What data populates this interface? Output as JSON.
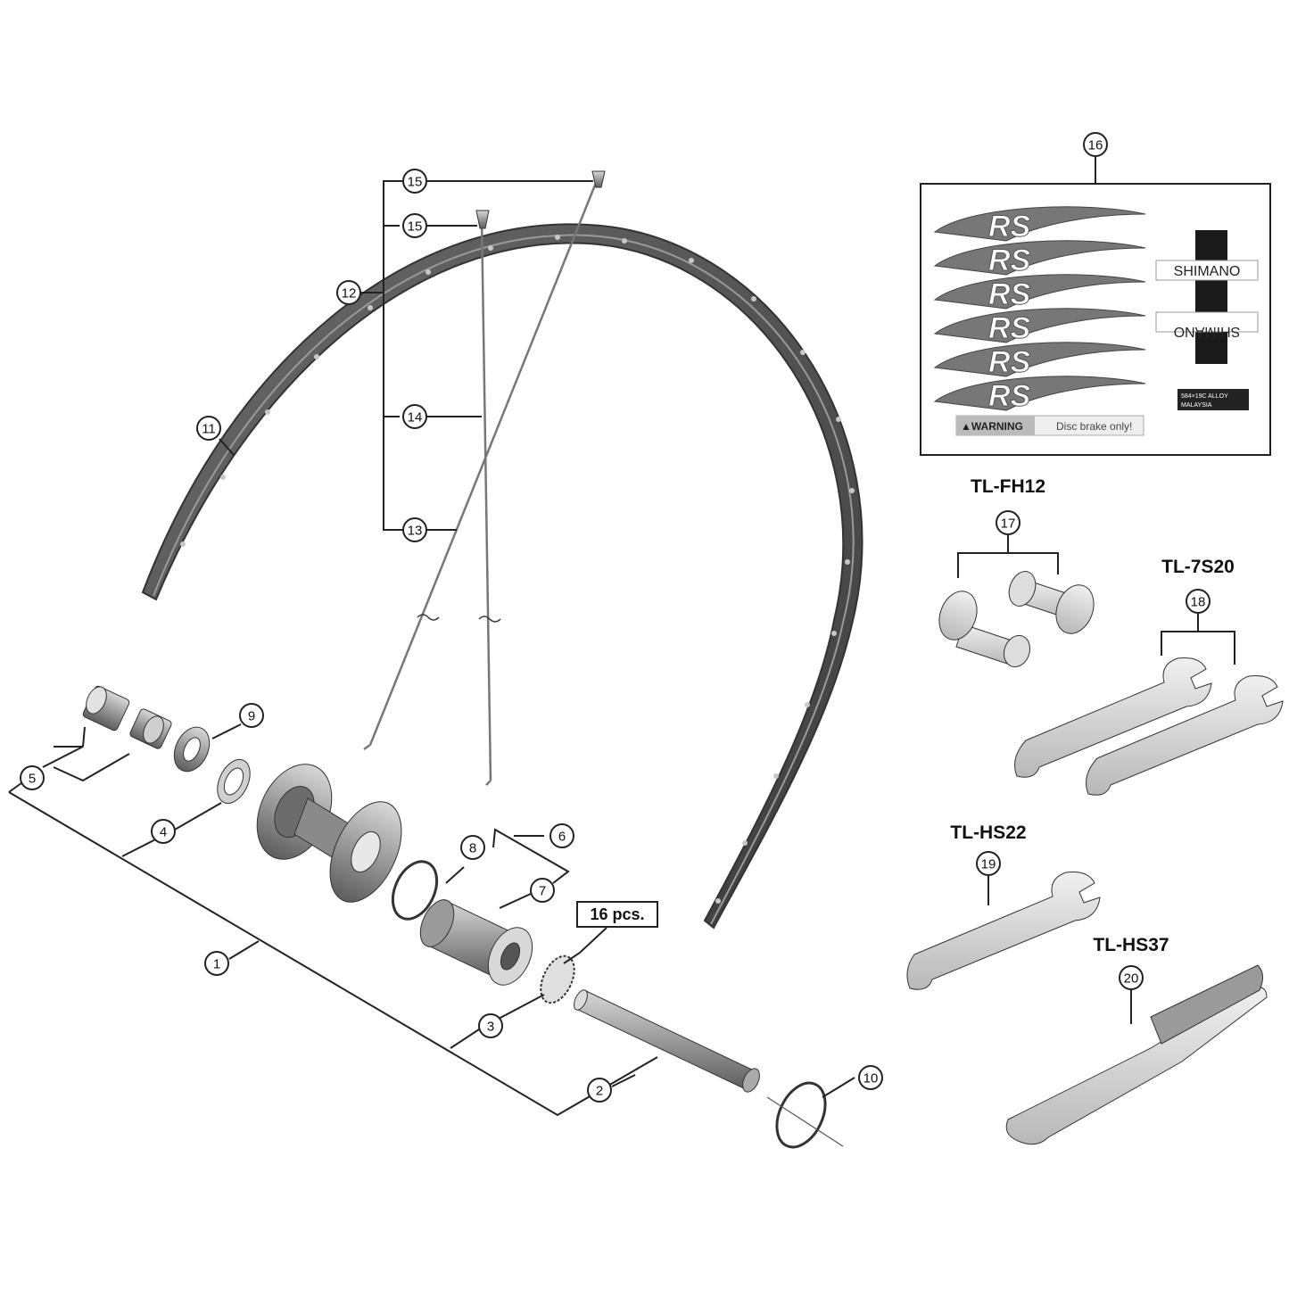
{
  "diagram": {
    "callouts": [
      {
        "id": "c1",
        "label": "1"
      },
      {
        "id": "c2",
        "label": "2"
      },
      {
        "id": "c3",
        "label": "3"
      },
      {
        "id": "c4",
        "label": "4"
      },
      {
        "id": "c5",
        "label": "5"
      },
      {
        "id": "c6",
        "label": "6"
      },
      {
        "id": "c7",
        "label": "7"
      },
      {
        "id": "c8",
        "label": "8"
      },
      {
        "id": "c9",
        "label": "9"
      },
      {
        "id": "c10",
        "label": "10"
      },
      {
        "id": "c11",
        "label": "11"
      },
      {
        "id": "c12",
        "label": "12"
      },
      {
        "id": "c13",
        "label": "13"
      },
      {
        "id": "c14",
        "label": "14"
      },
      {
        "id": "c15a",
        "label": "15"
      },
      {
        "id": "c15b",
        "label": "15"
      },
      {
        "id": "c16",
        "label": "16"
      },
      {
        "id": "c17",
        "label": "17"
      },
      {
        "id": "c18",
        "label": "18"
      },
      {
        "id": "c19",
        "label": "19"
      },
      {
        "id": "c20",
        "label": "20"
      }
    ],
    "pcs_note": "16 pcs.",
    "tools": {
      "tl_fh12": "TL-FH12",
      "tl_7s20": "TL-7S20",
      "tl_hs22": "TL-HS22",
      "tl_hs37": "TL-HS37"
    },
    "decal": {
      "logo_text": "RS",
      "brand": "SHIMANO",
      "spec_line1": "584×19C ALLOY",
      "spec_line2": "MALAYSIA",
      "warning_label": "▲WARNING",
      "warning_text": "Disc brake only!"
    }
  }
}
